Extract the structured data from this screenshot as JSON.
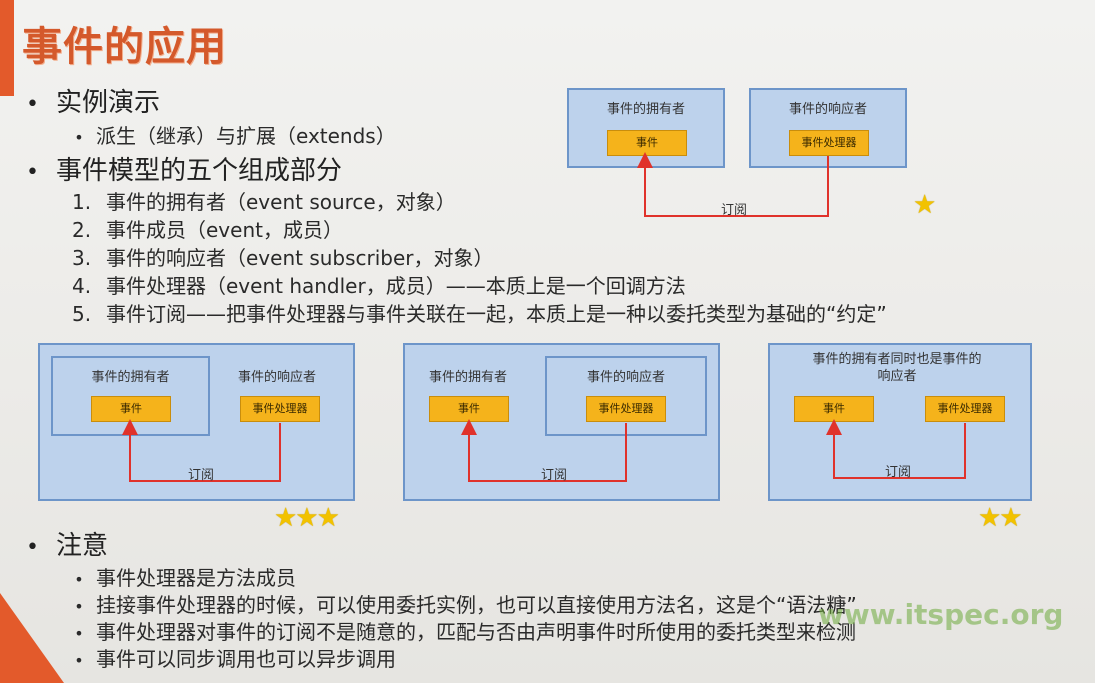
{
  "title": "事件的应用",
  "sections": {
    "demo": {
      "heading": "实例演示",
      "items": [
        "派生（继承）与扩展（extends）"
      ]
    },
    "model": {
      "heading": "事件模型的五个组成部分",
      "items": [
        {
          "num": "1.",
          "text": "事件的拥有者（event source，对象）"
        },
        {
          "num": "2.",
          "text": "事件成员（event，成员）"
        },
        {
          "num": "3.",
          "text": "事件的响应者（event subscriber，对象）"
        },
        {
          "num": "4.",
          "text": "事件处理器（event handler，成员）——本质上是一个回调方法"
        },
        {
          "num": "5.",
          "text": "事件订阅——把事件处理器与事件关联在一起，本质上是一种以委托类型为基础的“约定”"
        }
      ]
    },
    "notes": {
      "heading": "注意",
      "items": [
        "事件处理器是方法成员",
        "挂接事件处理器的时候，可以使用委托实例，也可以直接使用方法名，这是个“语法糖”",
        "事件处理器对事件的订阅不是随意的，匹配与否由声明事件时所使用的委托类型来检测",
        "事件可以同步调用也可以异步调用"
      ]
    }
  },
  "diagrams": {
    "top": {
      "owner": "事件的拥有者",
      "event": "事件",
      "responder": "事件的响应者",
      "handler": "事件处理器",
      "subscribe": "订阅",
      "stars": "★"
    },
    "d1": {
      "owner": "事件的拥有者",
      "event": "事件",
      "responder": "事件的响应者",
      "handler": "事件处理器",
      "subscribe": "订阅",
      "stars": "★★★"
    },
    "d2": {
      "owner": "事件的拥有者",
      "event": "事件",
      "responder": "事件的响应者",
      "handler": "事件处理器",
      "subscribe": "订阅"
    },
    "d3": {
      "combined": "事件的拥有者同时也是事件的响应者",
      "event": "事件",
      "handler": "事件处理器",
      "subscribe": "订阅",
      "stars": "★★"
    }
  },
  "watermark": "www.itspec.org",
  "colors": {
    "title": "#d4592b",
    "box_fill": "#bdd2ec",
    "box_border": "#6d95c9",
    "chip": "#f5b31b",
    "wire": "#e0322b",
    "star": "#f2c200"
  }
}
